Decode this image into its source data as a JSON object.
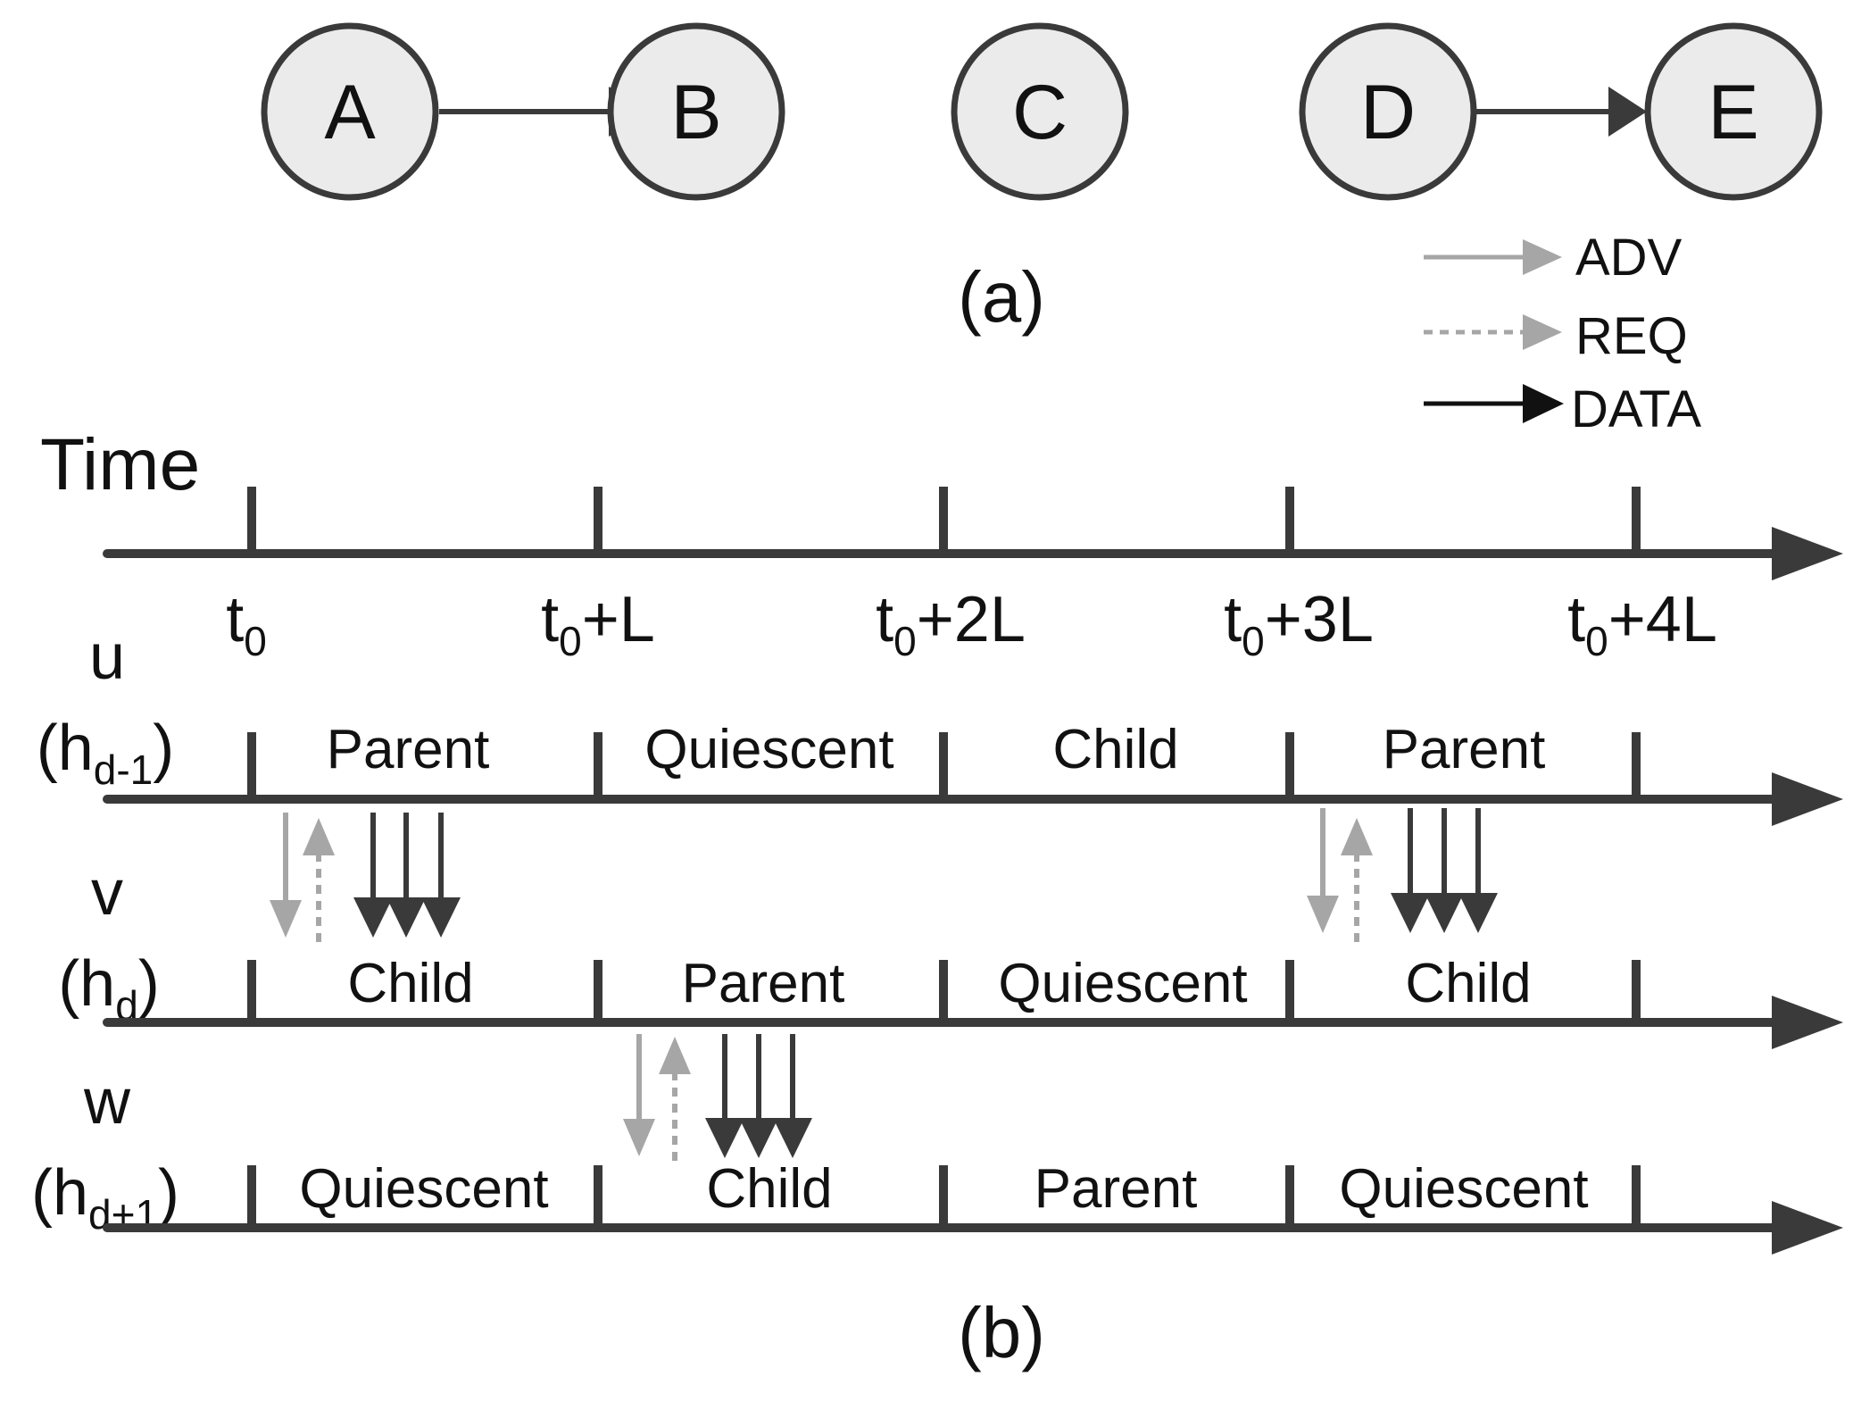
{
  "colors": {
    "line": "#3a3a3a",
    "node_fill": "#ebebeb",
    "adv": "#a6a6a6",
    "req": "#a6a6a6",
    "data": "#3a3a3a",
    "text": "#111111"
  },
  "part_a": {
    "caption": "(a)",
    "nodes": [
      "A",
      "B",
      "C",
      "D",
      "E"
    ],
    "edges": [
      [
        "A",
        "B"
      ],
      [
        "D",
        "E"
      ]
    ]
  },
  "part_b": {
    "caption": "(b)",
    "time_label": "Time",
    "ticks": [
      {
        "base": "t",
        "sub": "0",
        "suffix": ""
      },
      {
        "base": "t",
        "sub": "0",
        "suffix": "+L"
      },
      {
        "base": "t",
        "sub": "0",
        "suffix": "+2L"
      },
      {
        "base": "t",
        "sub": "0",
        "suffix": "+3L"
      },
      {
        "base": "t",
        "sub": "0",
        "suffix": "+4L"
      }
    ],
    "rows": [
      {
        "name": "u",
        "h_base": "(h",
        "h_sub": "d-1",
        "h_close": ")",
        "states": [
          "Parent",
          "Quiescent",
          "Child",
          "Parent"
        ]
      },
      {
        "name": "v",
        "h_base": "(h",
        "h_sub": "d",
        "h_close": ")",
        "states": [
          "Child",
          "Parent",
          "Quiescent",
          "Child"
        ]
      },
      {
        "name": "w",
        "h_base": "(h",
        "h_sub": "d+1",
        "h_close": ")",
        "states": [
          "Quiescent",
          "Child",
          "Parent",
          "Quiescent"
        ]
      }
    ],
    "exchanges": [
      {
        "from_row": "u",
        "to_row": "v",
        "interval": 1
      },
      {
        "from_row": "u",
        "to_row": "v",
        "interval": 4
      },
      {
        "from_row": "v",
        "to_row": "w",
        "interval": 2
      }
    ]
  },
  "legend": {
    "items": [
      {
        "key": "adv",
        "label": "ADV",
        "style": "solid-gray"
      },
      {
        "key": "req",
        "label": "REQ",
        "style": "dashed-gray"
      },
      {
        "key": "data",
        "label": "DATA",
        "style": "solid-black"
      }
    ]
  }
}
